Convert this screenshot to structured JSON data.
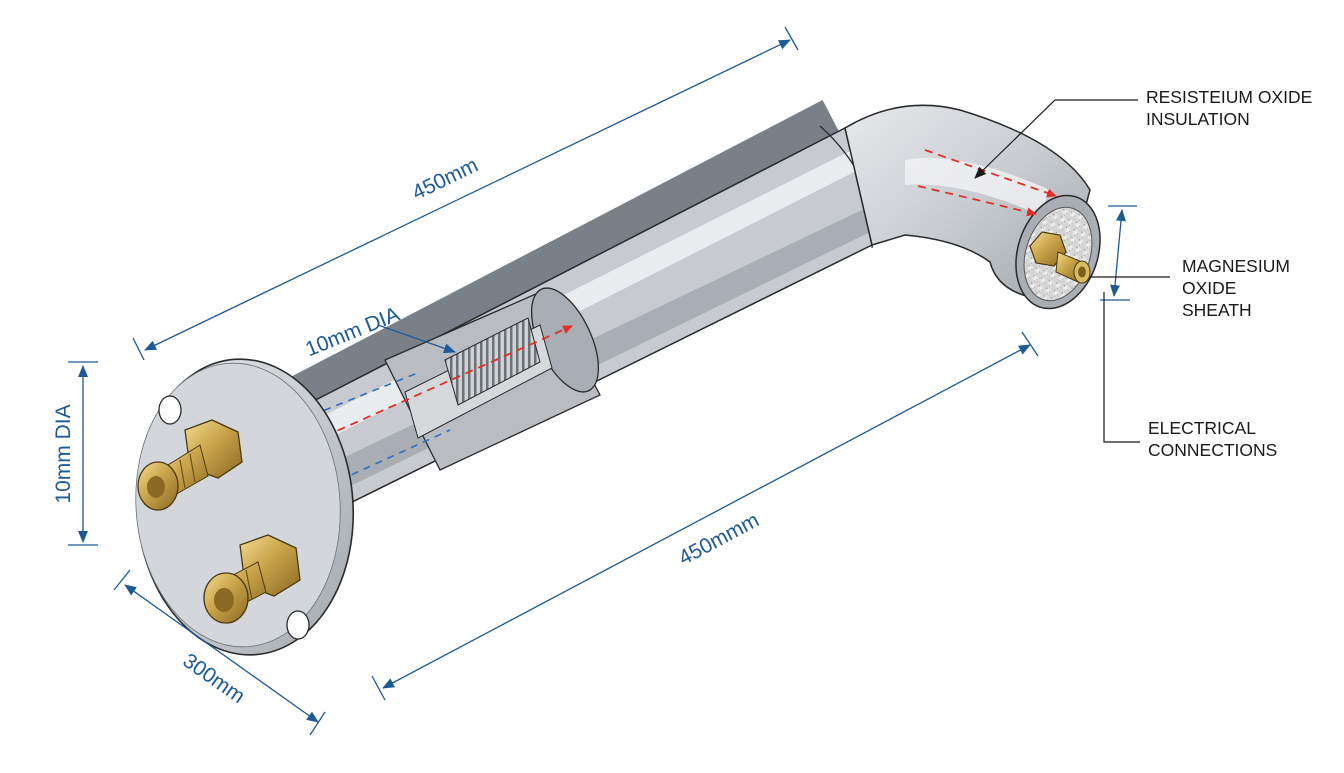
{
  "dimensions": {
    "top_length": "450mm",
    "inner_diameter": "10mm DIA",
    "flange_diameter": "10mm DIA",
    "bottom_length": "450mmm",
    "flange_width": "300mm"
  },
  "callouts": {
    "insulation": [
      "RESISTEIUM OXIDE",
      "INSULATION"
    ],
    "sheath": [
      "MAGNESIUM",
      "OXIDE",
      "SHEATH"
    ],
    "connections": [
      "ELECTRICAL",
      "CONNECTIONS"
    ]
  },
  "colors": {
    "dimension": "#1d5a96",
    "leader": "#1a1a1a",
    "hidden_line_red": "#e0302a",
    "hidden_line_blue": "#2f6fc0",
    "metal": "#c4c8cd",
    "brass": "#c9a44a"
  }
}
